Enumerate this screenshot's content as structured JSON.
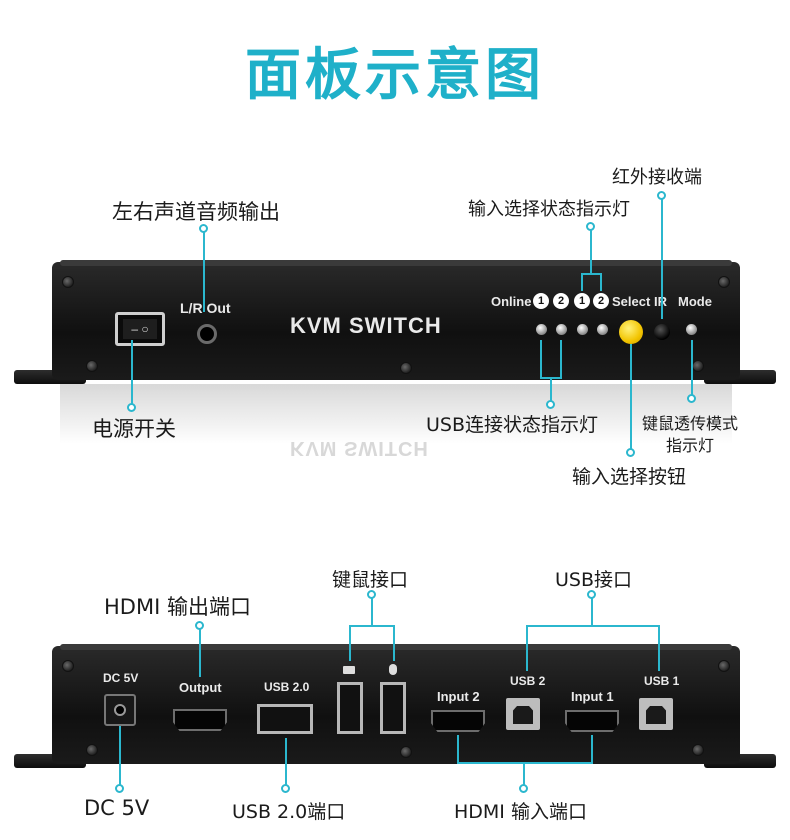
{
  "title": "面板示意图",
  "front": {
    "labels": {
      "audio_out": "左右声道音频输出",
      "ir_receiver": "红外接收端",
      "input_status_led": "输入选择状态指示灯",
      "power_switch": "电源开关",
      "usb_status_led": "USB连接状态指示灯",
      "kb_mouse_mode_led_1": "键鼠透传模式",
      "kb_mouse_mode_led_2": "指示灯",
      "select_button": "输入选择按钮"
    },
    "panel": {
      "lr_out": "L/R Out",
      "brand": "KVM SWITCH",
      "online": "Online",
      "num1": "1",
      "num2": "2",
      "select": "Select",
      "ir": "IR",
      "mode": "Mode"
    }
  },
  "back": {
    "labels": {
      "kb_mouse_port": "键鼠接口",
      "usb_port": "USB接口",
      "hdmi_out_port": "HDMI 输出端口",
      "dc": "DC 5V",
      "usb20_port": "USB 2.0端口",
      "hdmi_in_port": "HDMI 输入端口"
    },
    "panel": {
      "dc5v": "DC 5V",
      "output": "Output",
      "usb20": "USB 2.0",
      "input2": "Input 2",
      "usb2": "USB 2",
      "input1": "Input 1",
      "usb1": "USB 1"
    }
  },
  "colors": {
    "accent": "#2bb7ce",
    "title": "#1fb0c9",
    "select_button": "#f2c400"
  }
}
